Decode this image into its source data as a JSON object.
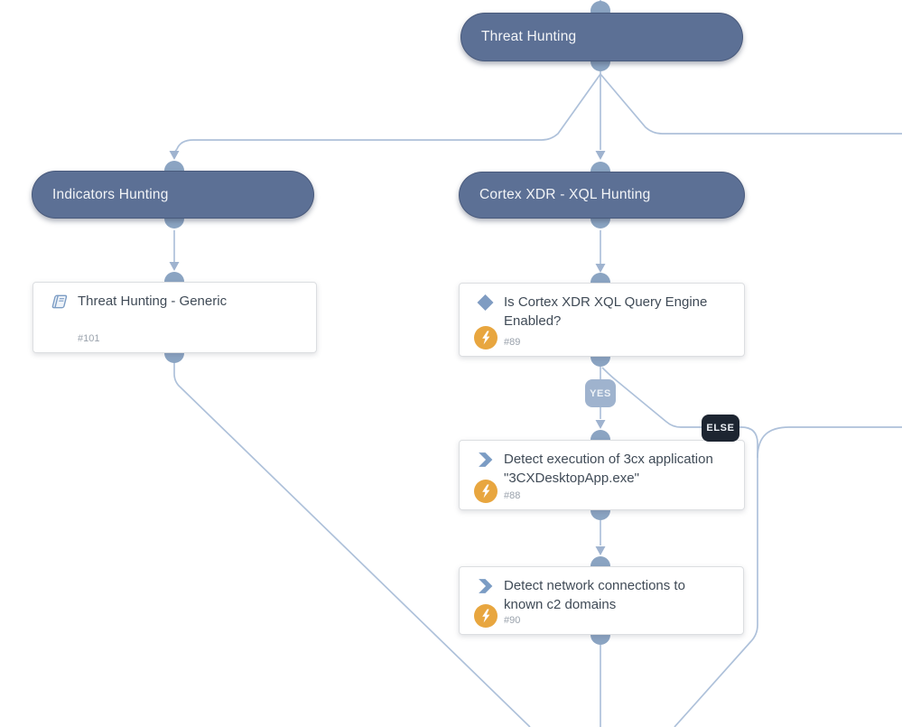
{
  "diagram": {
    "headers": [
      {
        "label": "Threat Hunting"
      },
      {
        "label": "Indicators Hunting"
      },
      {
        "label": "Cortex XDR - XQL Hunting"
      }
    ],
    "tasks": [
      {
        "title": "Threat Hunting - Generic",
        "number": "#101",
        "icon": "playbook-book-icon",
        "type": "sub-playbook"
      },
      {
        "title": "Is Cortex XDR XQL Query Engine Enabled?",
        "number": "#89",
        "icon": "condition-diamond-icon",
        "type": "condition",
        "automation_icon": "lightning-icon"
      },
      {
        "title": "Detect execution of 3cx application \"3CXDesktopApp.exe\"",
        "number": "#88",
        "icon": "task-chevron-icon",
        "type": "automation",
        "automation_icon": "lightning-icon"
      },
      {
        "title": "Detect network connections to known c2 domains",
        "number": "#90",
        "icon": "task-chevron-icon",
        "type": "automation",
        "automation_icon": "lightning-icon"
      }
    ],
    "edge_labels": {
      "yes": "YES",
      "else": "ELSE"
    },
    "colors": {
      "header_bg": "#5c7095",
      "connector_dot": "#8ba4c2",
      "edge_line": "#aec1da",
      "edge_arrow": "#9fb3cf",
      "yes_badge_bg": "#9fb3ce",
      "else_badge_bg": "#1d2531",
      "icon_blue": "#7b9cc4",
      "automation_orange": "#e8a63f",
      "card_title_text": "#404b57",
      "card_number_text": "#9aa2ac"
    }
  }
}
